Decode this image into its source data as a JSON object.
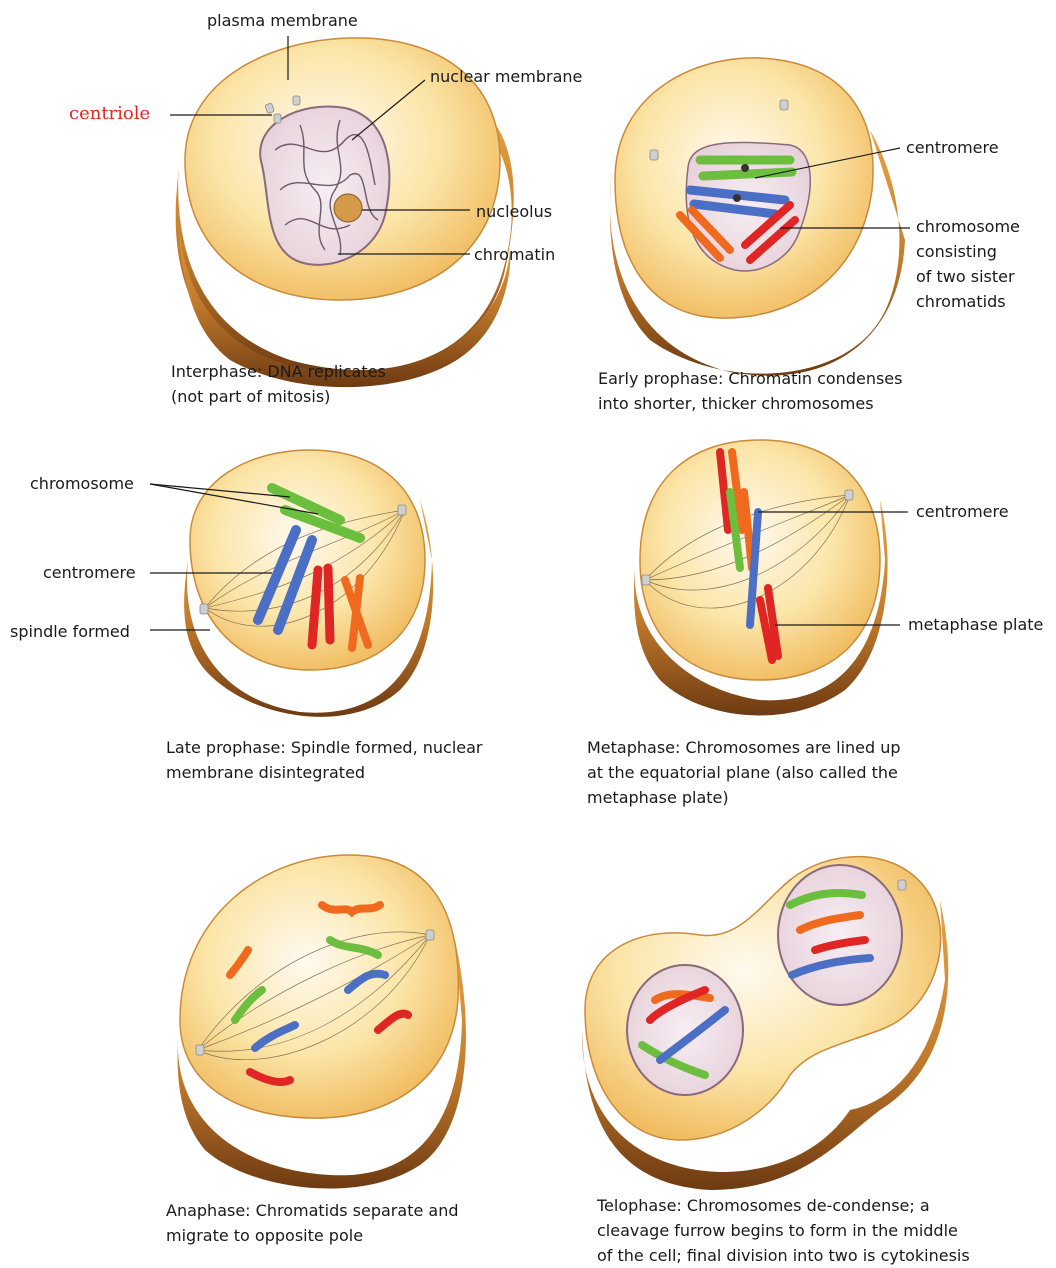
{
  "colors": {
    "cell_light": "#fdf0c4",
    "cell_mid": "#f6c96a",
    "cell_dark": "#a9611d",
    "chrom_green": "#6cbe3e",
    "chrom_blue": "#4b6fc4",
    "chrom_red": "#e02525",
    "chrom_orange": "#ef6a1e",
    "label_red": "#e8261e"
  },
  "labels": {
    "plasma_membrane": "plasma membrane",
    "nuclear_membrane": "nuclear membrane",
    "centriole": "centriole",
    "nucleolus": "nucleolus",
    "chromatin": "chromatin",
    "centromere_early": "centromere",
    "chromosome_sister_1": "chromosome",
    "chromosome_sister_2": "consisting",
    "chromosome_sister_3": "of two sister",
    "chromosome_sister_4": "chromatids",
    "chromosome_late": "chromosome",
    "centromere_late": "centromere",
    "spindle_formed": "spindle formed",
    "centromere_meta": "centromere",
    "metaphase_plate": "metaphase plate"
  },
  "captions": {
    "interphase": [
      "Interphase: DNA replicates",
      "(not part of mitosis)"
    ],
    "early_prophase": [
      "Early prophase: Chromatin condenses",
      "into shorter, thicker chromosomes"
    ],
    "late_prophase": [
      "Late prophase: Spindle formed, nuclear",
      "membrane disintegrated"
    ],
    "metaphase": [
      "Metaphase: Chromosomes are lined up",
      "at the equatorial plane (also called the",
      "metaphase plate)"
    ],
    "anaphase": [
      "Anaphase: Chromatids separate and",
      "migrate to opposite pole"
    ],
    "telophase": [
      "Telophase: Chromosomes de-condense; a",
      "cleavage furrow begins to form in the middle",
      "of the cell; final division into two is cytokinesis"
    ]
  }
}
